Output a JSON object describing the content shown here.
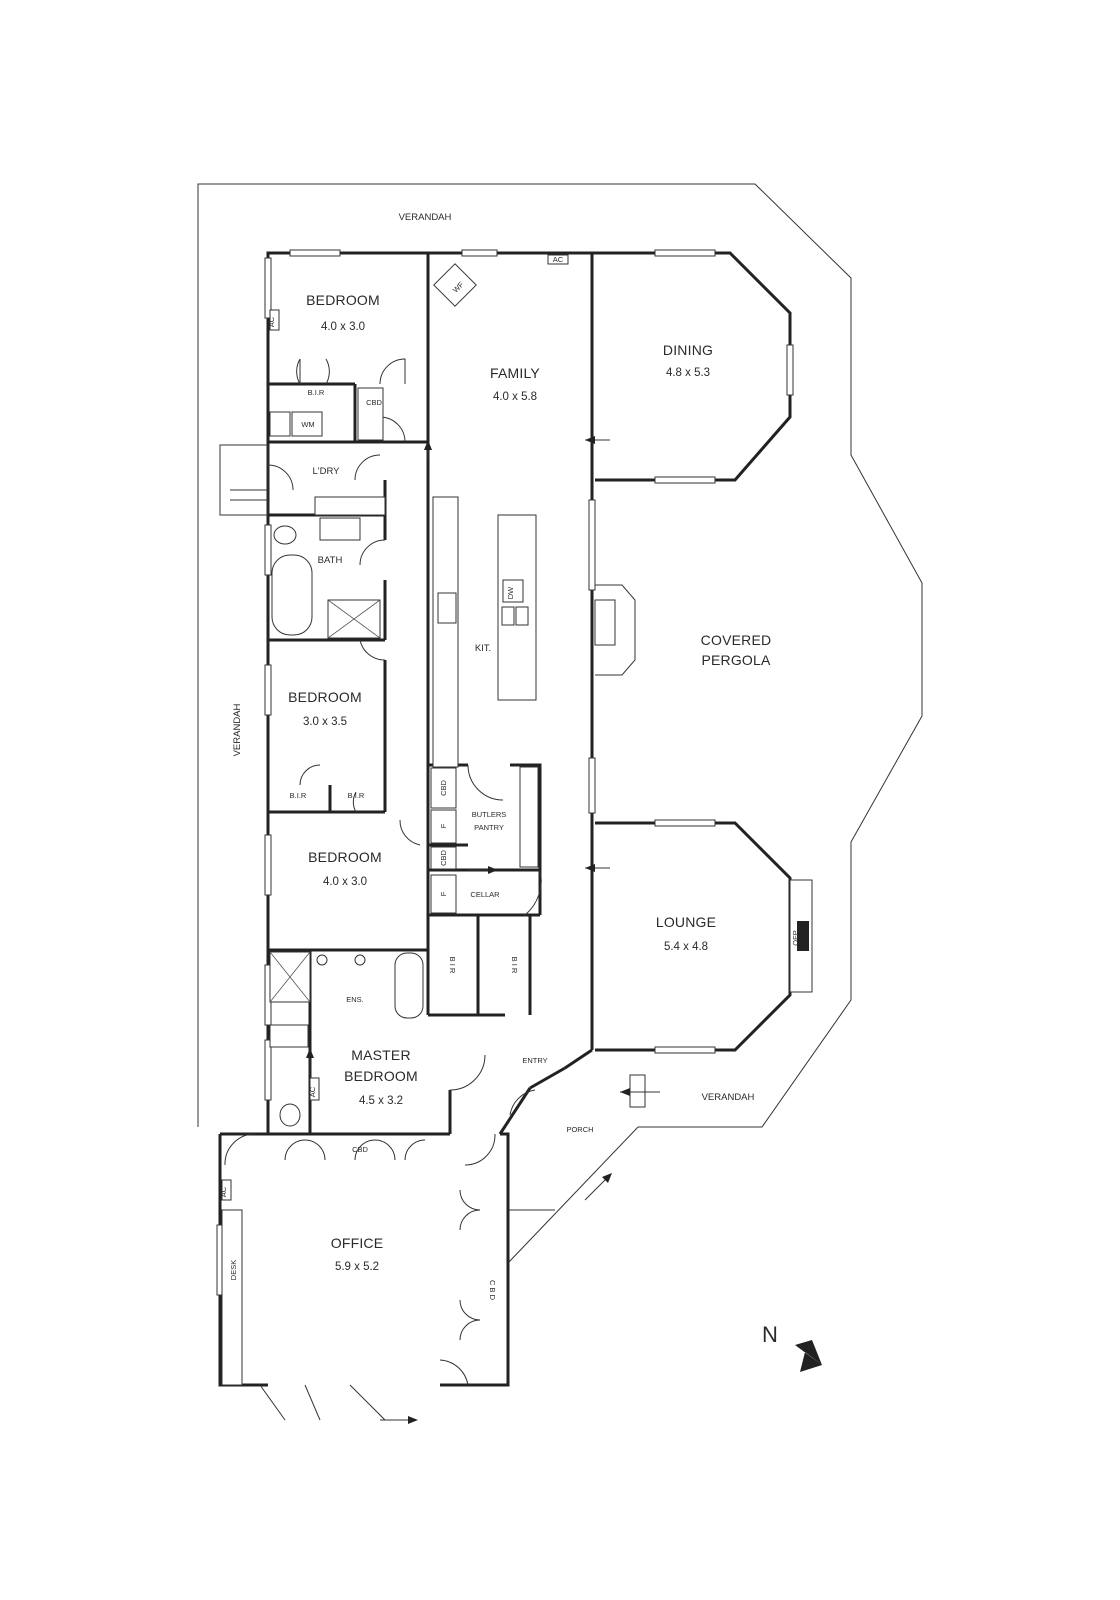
{
  "plan": {
    "rooms": {
      "bedroom1": {
        "name": "BEDROOM",
        "dims": "4.0 x 3.0"
      },
      "family": {
        "name": "FAMILY",
        "dims": "4.0 x 5.8"
      },
      "dining": {
        "name": "DINING",
        "dims": "4.8 x 5.3"
      },
      "bedroom2": {
        "name": "BEDROOM",
        "dims": "3.0 x 3.5"
      },
      "bedroom3": {
        "name": "BEDROOM",
        "dims": "4.0 x 3.0"
      },
      "lounge": {
        "name": "LOUNGE",
        "dims": "5.4 x 4.8"
      },
      "master": {
        "name_line1": "MASTER",
        "name_line2": "BEDROOM",
        "dims": "4.5 x 3.2"
      },
      "office": {
        "name": "OFFICE",
        "dims": "5.9 x 5.2"
      },
      "pergola": {
        "name_line1": "COVERED",
        "name_line2": "PERGOLA"
      }
    },
    "labels": {
      "verandah_top": "VERANDAH",
      "verandah_left": "VERANDAH",
      "verandah_right": "VERANDAH",
      "kitchen": "KIT.",
      "laundry": "L'DRY",
      "bath": "BATH",
      "ensuite": "ENS.",
      "butlers_line1": "BUTLERS",
      "butlers_line2": "PANTRY",
      "cellar": "CELLAR",
      "entry": "ENTRY",
      "porch": "PORCH",
      "bir": "B.I.R",
      "bir_vertical": "B I R",
      "cbd": "CBD",
      "cbd_vertical": "C B D",
      "wm": "WM",
      "ac": "AC",
      "wf": "WF",
      "dw": "DW",
      "ofp": "OFP",
      "f": "F",
      "desk": "DESK"
    },
    "compass": {
      "label": "N"
    },
    "colors": {
      "wall": "#222222",
      "line": "#333333",
      "paper": "#ffffff"
    }
  }
}
